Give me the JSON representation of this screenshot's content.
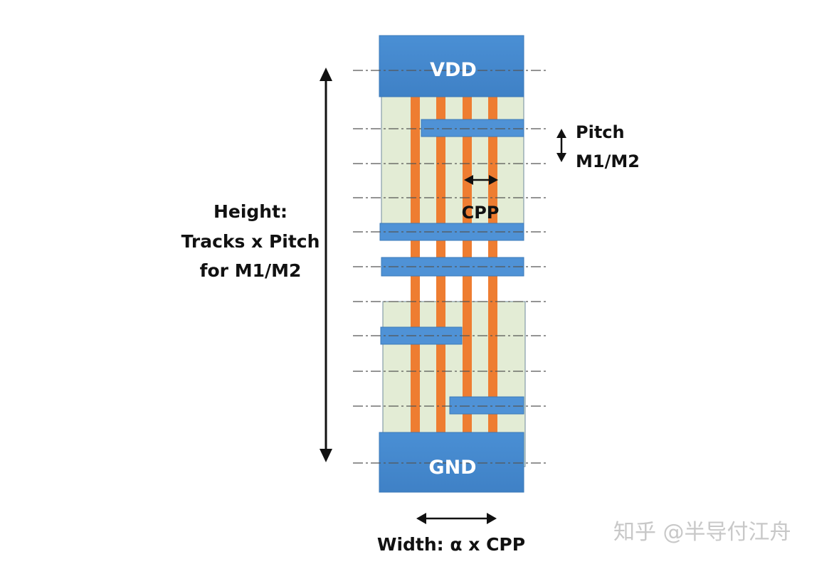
{
  "colors": {
    "rail": "#4a8ed2",
    "rail_edge": "#3b79b8",
    "metal2": "#4f92d6",
    "poly": "#ee7d31",
    "cell_fill": "#e3ecd5",
    "cell_edge": "#6f8a9c",
    "track_line": "#555555",
    "arrow": "#111111"
  },
  "rails": {
    "top_label": "VDD",
    "bottom_label": "GND"
  },
  "labels": {
    "pitch_line1": "Pitch",
    "pitch_line2": "M1/M2",
    "cpp": "CPP",
    "height_line1": "Height:",
    "height_line2": "Tracks x Pitch",
    "height_line3": "for M1/M2",
    "width": "Width: α x CPP"
  },
  "watermark": "知乎 @半导付江舟"
}
